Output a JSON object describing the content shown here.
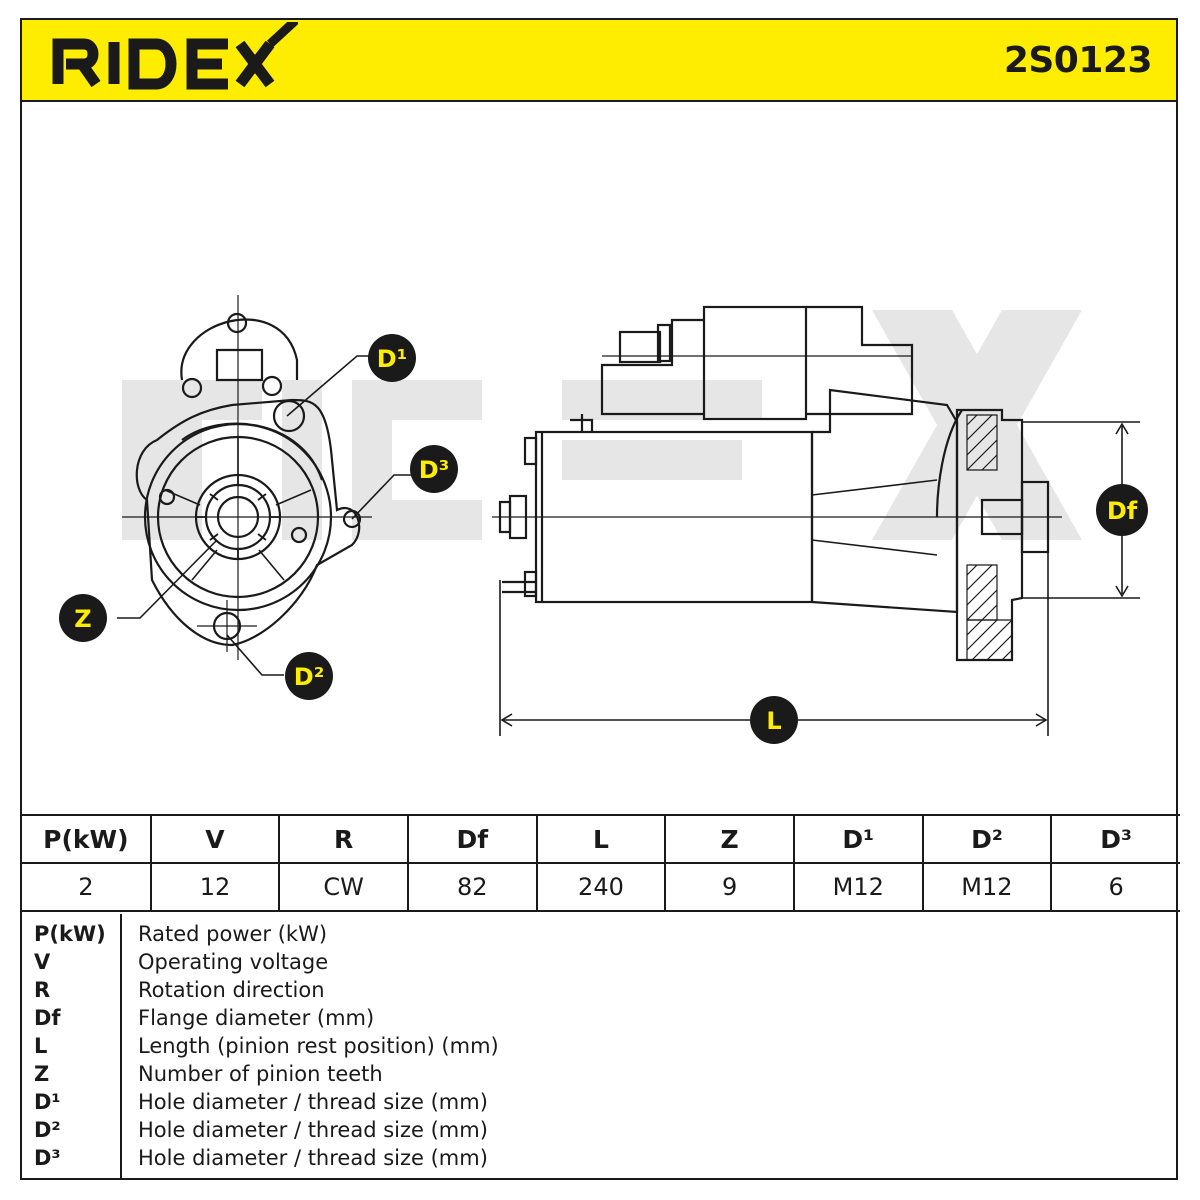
{
  "header": {
    "brand": "RIDEX",
    "part_number": "2S0123",
    "accent_color": "#ffed00"
  },
  "callouts": {
    "d1": "D¹",
    "d2": "D²",
    "d3": "D³",
    "z": "Z",
    "df": "Df",
    "l": "L"
  },
  "spec_table": {
    "headers": [
      "P(kW)",
      "V",
      "R",
      "Df",
      "L",
      "Z",
      "D¹",
      "D²",
      "D³"
    ],
    "values": [
      "2",
      "12",
      "CW",
      "82",
      "240",
      "9",
      "M12",
      "M12",
      "6"
    ]
  },
  "legend": [
    {
      "symbol": "P(kW)",
      "description": "Rated power (kW)"
    },
    {
      "symbol": "V",
      "description": "Operating voltage"
    },
    {
      "symbol": "R",
      "description": "Rotation direction"
    },
    {
      "symbol": "Df",
      "description": "Flange diameter (mm)"
    },
    {
      "symbol": "L",
      "description": "Length (pinion rest position) (mm)"
    },
    {
      "symbol": "Z",
      "description": "Number of pinion teeth"
    },
    {
      "symbol": "D¹",
      "description": "Hole diameter / thread size (mm)"
    },
    {
      "symbol": "D²",
      "description": "Hole diameter / thread size (mm)"
    },
    {
      "symbol": "D³",
      "description": "Hole diameter / thread size (mm)"
    }
  ]
}
